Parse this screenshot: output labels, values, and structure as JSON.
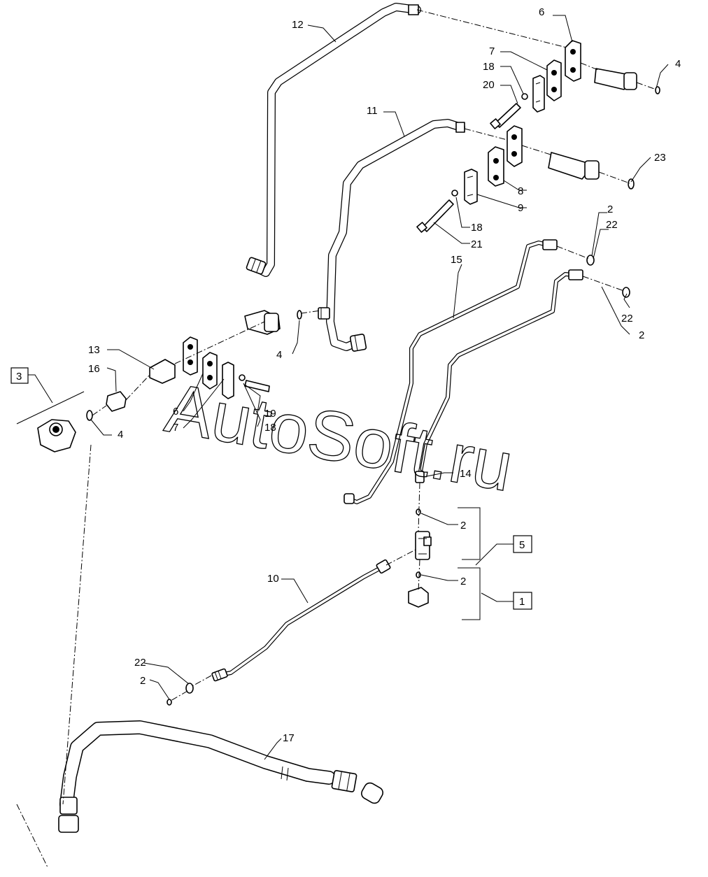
{
  "watermark": "AutoSoft.ru",
  "callouts": {
    "c12": "12",
    "c6a": "6",
    "c7a": "7",
    "c18a": "18",
    "c20": "20",
    "c4a": "4",
    "c11": "11",
    "c23": "23",
    "c8": "8",
    "c9": "9",
    "c18b": "18",
    "c21": "21",
    "c2a": "2",
    "c22a": "22",
    "c15": "15",
    "c22b": "22",
    "c2b": "2",
    "c4b": "4",
    "c13": "13",
    "c16": "16",
    "c4c": "4",
    "c6b": "6",
    "c7b": "7",
    "c19": "19",
    "c18c": "18",
    "c14": "14",
    "c2c": "2",
    "c2d": "2",
    "c10": "10",
    "c22c": "22",
    "c2e": "2",
    "c17": "17"
  },
  "groups": {
    "g3": "3",
    "g5": "5",
    "g1": "1"
  }
}
